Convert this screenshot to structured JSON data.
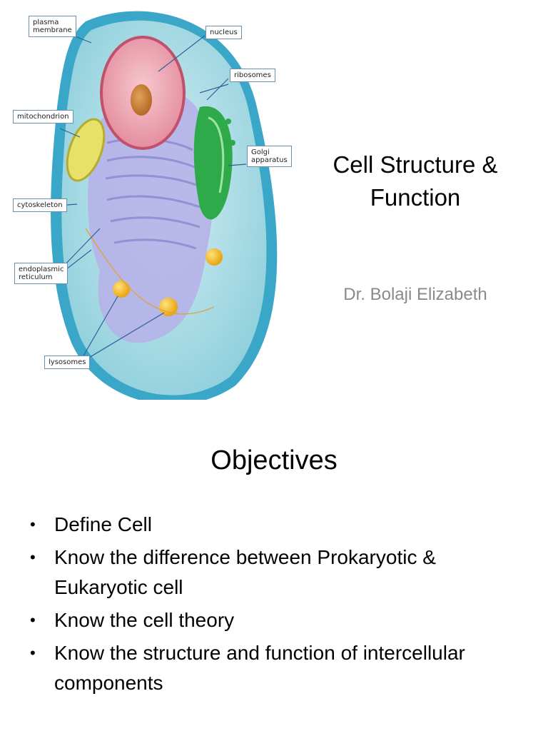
{
  "slide1": {
    "title": "Cell Structure & Function",
    "subtitle": "Dr. Bolaji Elizabeth",
    "diagram_labels": {
      "plasma_membrane": "plasma\nmembrane",
      "nucleus": "nucleus",
      "ribosomes": "ribosomes",
      "mitochondrion": "mitochondrion",
      "golgi": "Golgi\napparatus",
      "cytoskeleton": "cytoskeleton",
      "er": "endoplasmic\nreticulum",
      "lysosomes": "lysosomes"
    }
  },
  "slide2": {
    "title": "Objectives",
    "bullets": [
      "Define Cell",
      "Know the difference between Prokaryotic & Eukaryotic cell",
      "Know the cell theory",
      "Know the structure and function of intercellular components"
    ],
    "bullet_glyph": "•"
  }
}
